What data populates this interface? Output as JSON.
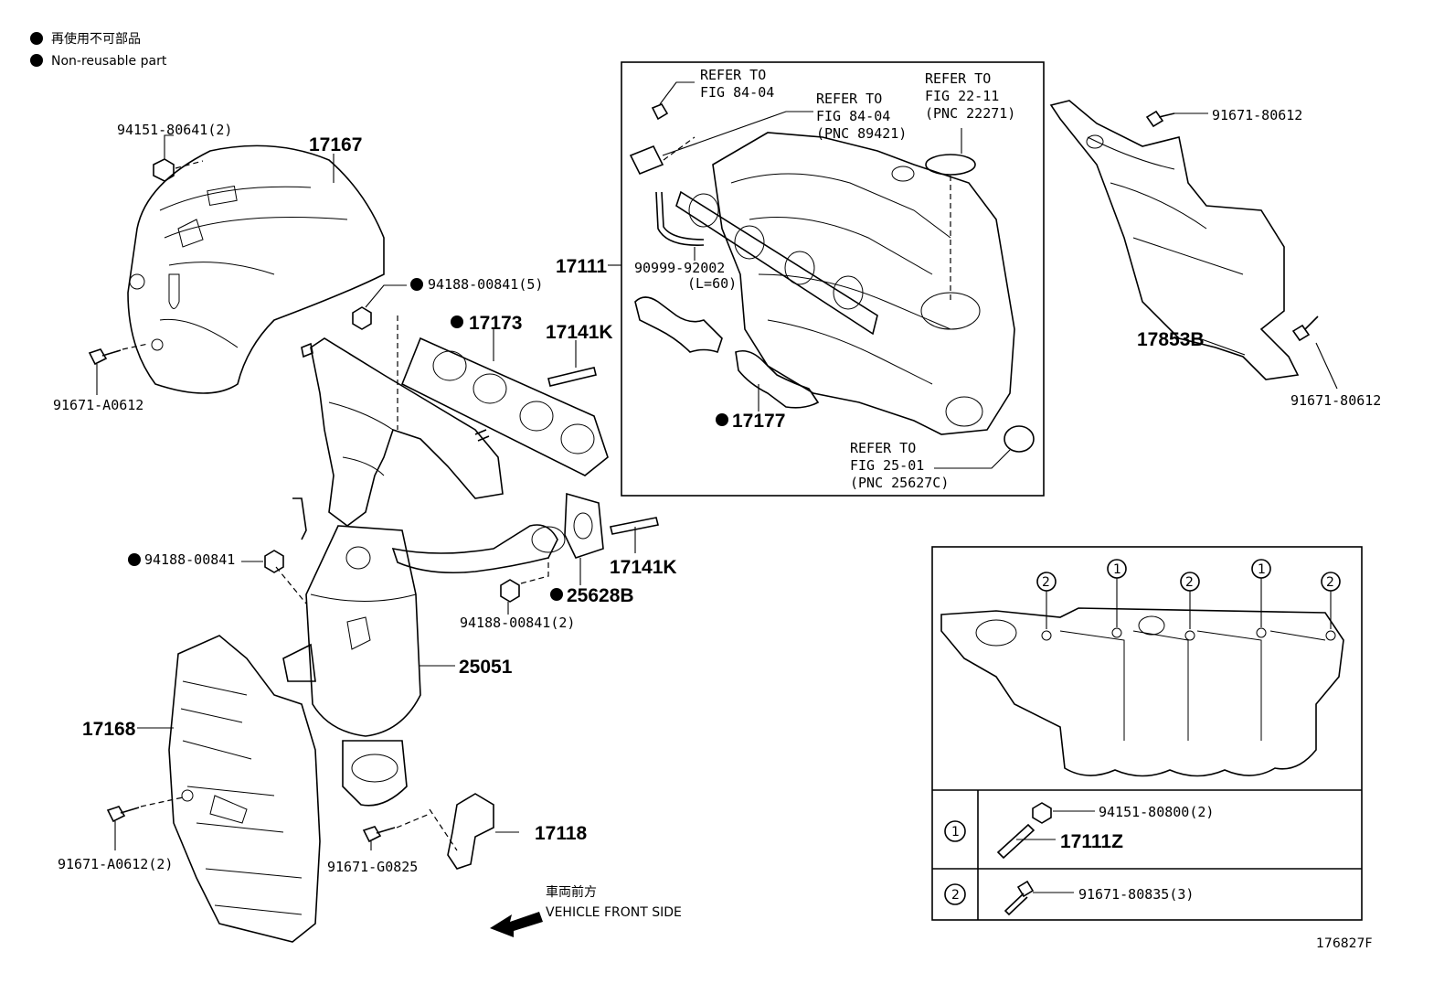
{
  "legend": {
    "line_jp": "再使用不可部品",
    "line_en": "Non-reusable part"
  },
  "labels": {
    "p94151_80641": "94151-80641(2)",
    "p17167": "17167",
    "p94188_00841_5": "94188-00841(5)",
    "p91671_A0612": "91671-A0612",
    "p17173": "17173",
    "p17141K_a": "17141K",
    "p17111": "17111",
    "p90999_92002": "90999-92002",
    "p90999_l": "(L=60)",
    "p17177": "17177",
    "p94188_00841": "94188-00841",
    "p17141K_b": "17141K",
    "p25628B": "25628B",
    "p94188_00841_2": "94188-00841(2)",
    "p25051": "25051",
    "p17168": "17168",
    "p91671_A0612_2": "91671-A0612(2)",
    "p91671_G0825": "91671-G0825",
    "p17118": "17118",
    "p91671_80612_a": "91671-80612",
    "p17853B": "17853B",
    "p91671_80612_b": "91671-80612",
    "front_jp": "車両前方",
    "front_en": "VEHICLE FRONT SIDE",
    "figure_id": "176827F"
  },
  "refs": {
    "r1_line1": "REFER TO",
    "r1_line2": "FIG 84-04",
    "r2_line1": "REFER TO",
    "r2_line2": "FIG 84-04",
    "r2_line3": "(PNC 89421)",
    "r3_line1": "REFER TO",
    "r3_line2": "FIG 22-11",
    "r3_line3": "(PNC 22271)",
    "r4_line1": "REFER TO",
    "r4_line2": "FIG 25-01",
    "r4_line3": "(PNC 25627C)"
  },
  "table": {
    "callout_1": "1",
    "callout_2": "2",
    "row1_part_a": "94151-80800(2)",
    "row1_part_b": "17111Z",
    "row2_part": "91671-80835(3)"
  }
}
